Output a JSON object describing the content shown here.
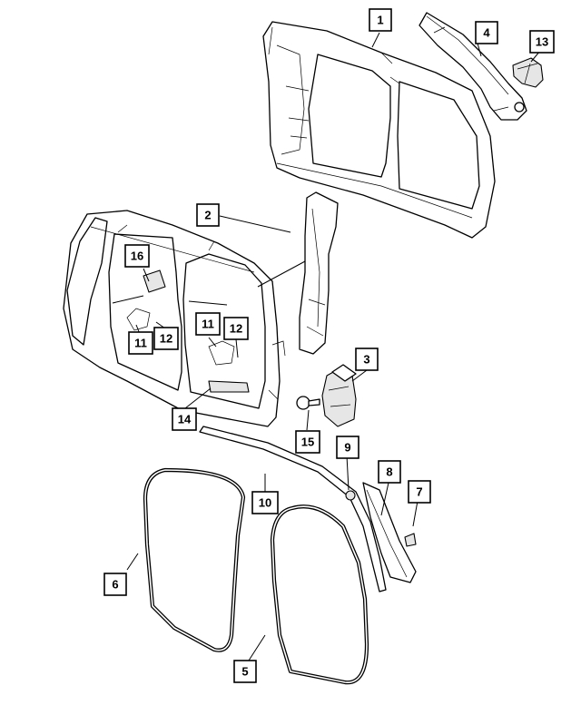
{
  "callouts": [
    {
      "id": "c1",
      "label": "1"
    },
    {
      "id": "c2",
      "label": "2"
    },
    {
      "id": "c3",
      "label": "3"
    },
    {
      "id": "c4",
      "label": "4"
    },
    {
      "id": "c5",
      "label": "5"
    },
    {
      "id": "c6",
      "label": "6"
    },
    {
      "id": "c7",
      "label": "7"
    },
    {
      "id": "c8",
      "label": "8"
    },
    {
      "id": "c9",
      "label": "9"
    },
    {
      "id": "c10",
      "label": "10"
    },
    {
      "id": "c11a",
      "label": "11"
    },
    {
      "id": "c11b",
      "label": "11"
    },
    {
      "id": "c12a",
      "label": "12"
    },
    {
      "id": "c12b",
      "label": "12"
    },
    {
      "id": "c13",
      "label": "13"
    },
    {
      "id": "c14",
      "label": "14"
    },
    {
      "id": "c15",
      "label": "15"
    },
    {
      "id": "c16",
      "label": "16"
    }
  ],
  "colors": {
    "line": "#000000",
    "background": "#ffffff",
    "part_fill": "#ffffff",
    "shade": "#e6e6e6"
  }
}
